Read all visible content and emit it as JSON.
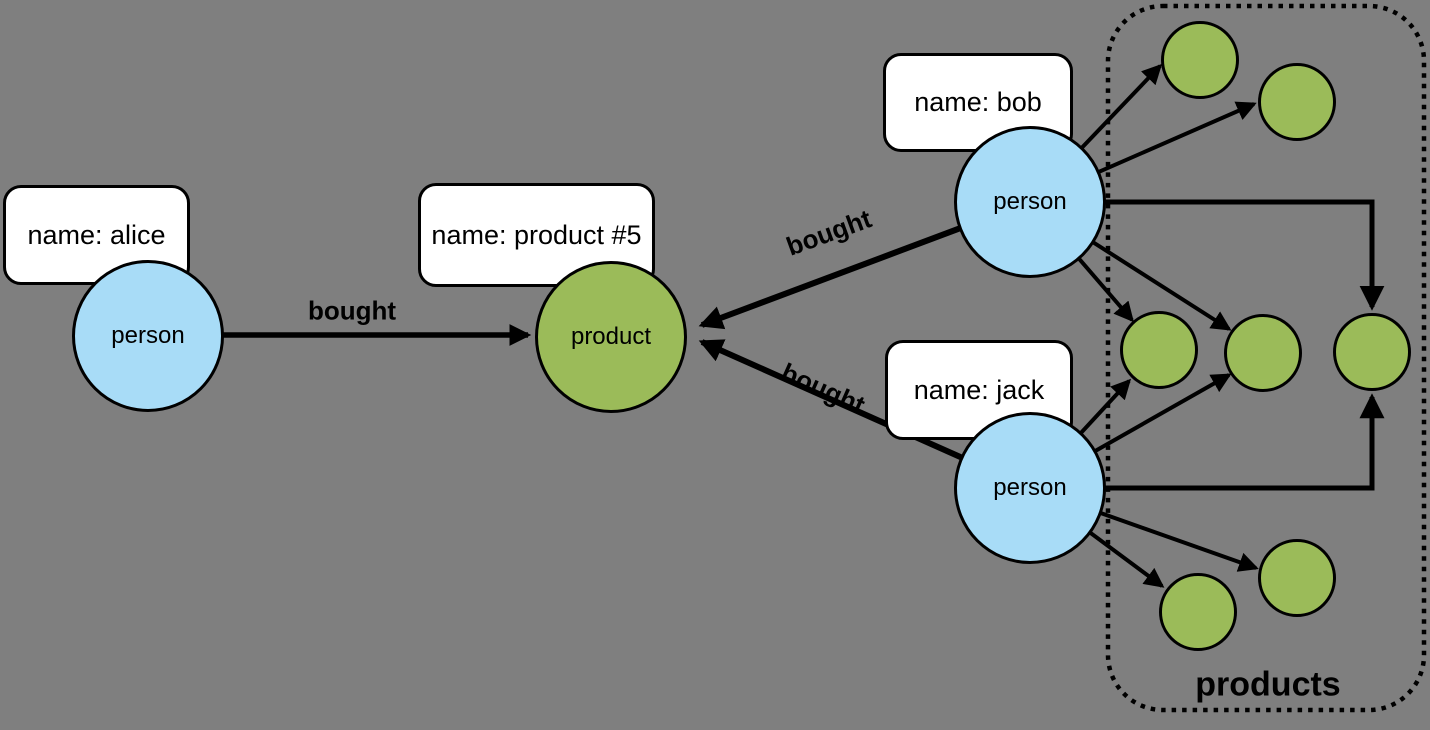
{
  "diagram_type": "property-graph",
  "colors": {
    "background": "#7F7F7F",
    "person_fill": "#A8DCF7",
    "product_fill": "#9BBB59",
    "stroke": "#000000",
    "property_box_fill": "#FFFFFF"
  },
  "nodes": {
    "alice": {
      "type_label": "person",
      "property": "name: alice"
    },
    "bob": {
      "type_label": "person",
      "property": "name: bob"
    },
    "jack": {
      "type_label": "person",
      "property": "name: jack"
    },
    "product5": {
      "type_label": "product",
      "property": "name: product #5"
    }
  },
  "anonymous_products": {
    "count": 7
  },
  "cluster": {
    "label": "products"
  },
  "edges": [
    {
      "from": "alice",
      "to": "product5",
      "label": "bought"
    },
    {
      "from": "bob",
      "to": "product5",
      "label": "bought"
    },
    {
      "from": "jack",
      "to": "product5",
      "label": "bought"
    },
    {
      "from": "bob",
      "to": "product-1"
    },
    {
      "from": "bob",
      "to": "product-2"
    },
    {
      "from": "bob",
      "to": "product-3"
    },
    {
      "from": "bob",
      "to": "product-4"
    },
    {
      "from": "bob",
      "to": "product-5",
      "style": "orthogonal"
    },
    {
      "from": "jack",
      "to": "product-3"
    },
    {
      "from": "jack",
      "to": "product-4"
    },
    {
      "from": "jack",
      "to": "product-5",
      "style": "orthogonal"
    },
    {
      "from": "jack",
      "to": "product-6"
    },
    {
      "from": "jack",
      "to": "product-7"
    }
  ]
}
